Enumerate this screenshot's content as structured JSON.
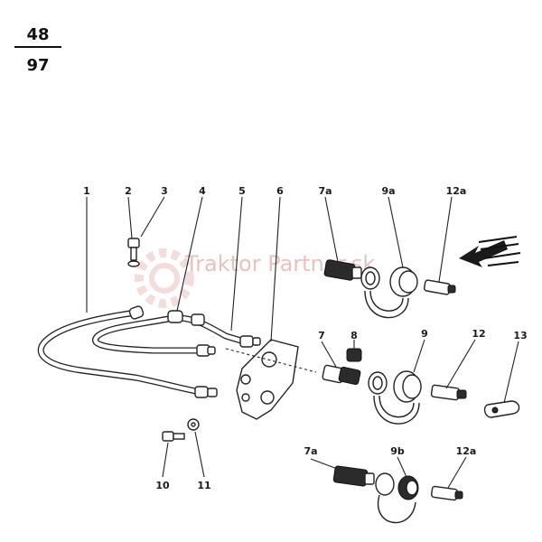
{
  "header": {
    "top": "48",
    "bottom": "97"
  },
  "watermark": {
    "text": "Traktor Partner.sk"
  },
  "callouts": [
    "1",
    "2",
    "3",
    "4",
    "5",
    "6",
    "7a",
    "9a",
    "12a",
    "7",
    "8",
    "9",
    "12",
    "13",
    "10",
    "11",
    "7a",
    "9b",
    "12a"
  ],
  "colors": {
    "ink": "#222222",
    "watermark": "#e9c1c1"
  }
}
